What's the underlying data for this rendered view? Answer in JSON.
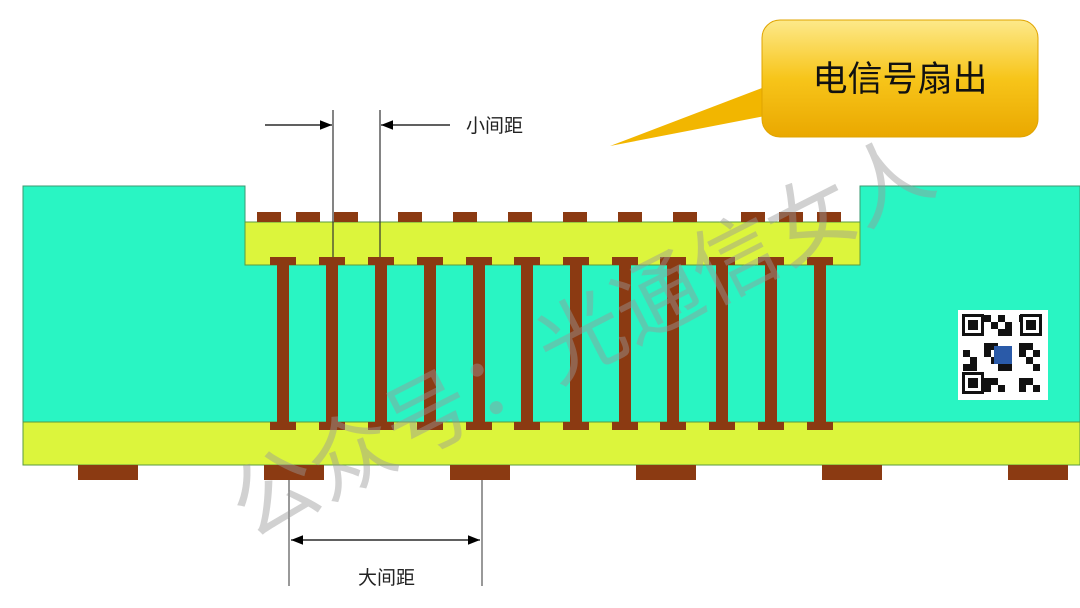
{
  "callout": {
    "text": "电信号扇出"
  },
  "labels": {
    "small_pitch": "小间距",
    "large_pitch": "大间距"
  },
  "watermark": {
    "text": "公众号：光通信女人"
  },
  "colors": {
    "substrate": "#29f5c3",
    "layer": "#dcf53c",
    "copper": "#8b3a12",
    "callout_top": "#fde37a",
    "callout_bottom": "#f0b400"
  },
  "counts": {
    "top_pads": 12,
    "vias": 12,
    "bottom_pads": 6
  }
}
